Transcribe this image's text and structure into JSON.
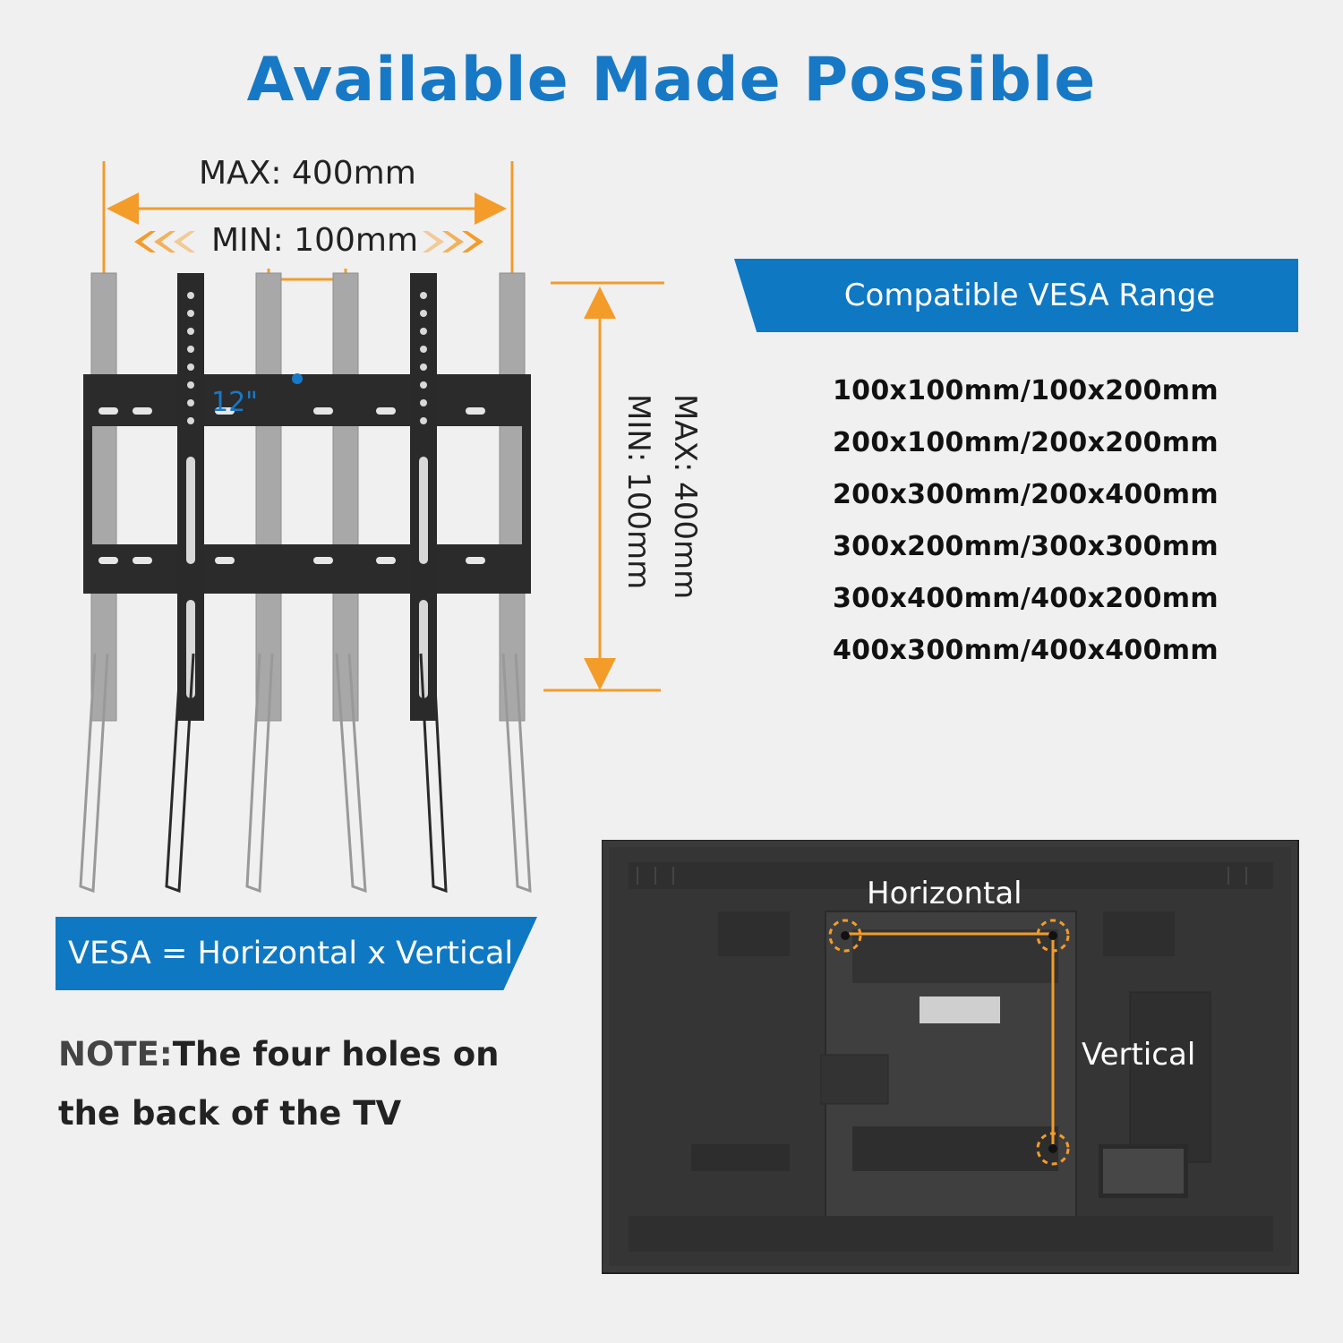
{
  "title": "Available Made Possible",
  "colors": {
    "accent_blue": "#1779c6",
    "banner_blue": "#0f78c3",
    "orange": "#f39c2a",
    "background": "#f0f0f0",
    "tv_body": "#3a3a3a"
  },
  "mount_diagram": {
    "max_horizontal": "MAX: 400mm",
    "min_horizontal": "MIN: 100mm",
    "size_mark": "12\"",
    "max_vertical": "MAX: 400mm",
    "min_vertical": "MIN: 100mm"
  },
  "vesa_panel": {
    "heading": "Compatible VESA Range",
    "sizes": [
      "100x100mm/100x200mm",
      "200x100mm/200x200mm",
      "200x300mm/200x400mm",
      "300x200mm/300x300mm",
      "300x400mm/400x200mm",
      "400x300mm/400x400mm"
    ]
  },
  "formula_banner": "VESA = Horizontal x Vertical",
  "note": {
    "label": "NOTE:",
    "text": "The four holes on the back of the TV"
  },
  "tv_back": {
    "horizontal_label": "Horizontal",
    "vertical_label": "Vertical"
  }
}
